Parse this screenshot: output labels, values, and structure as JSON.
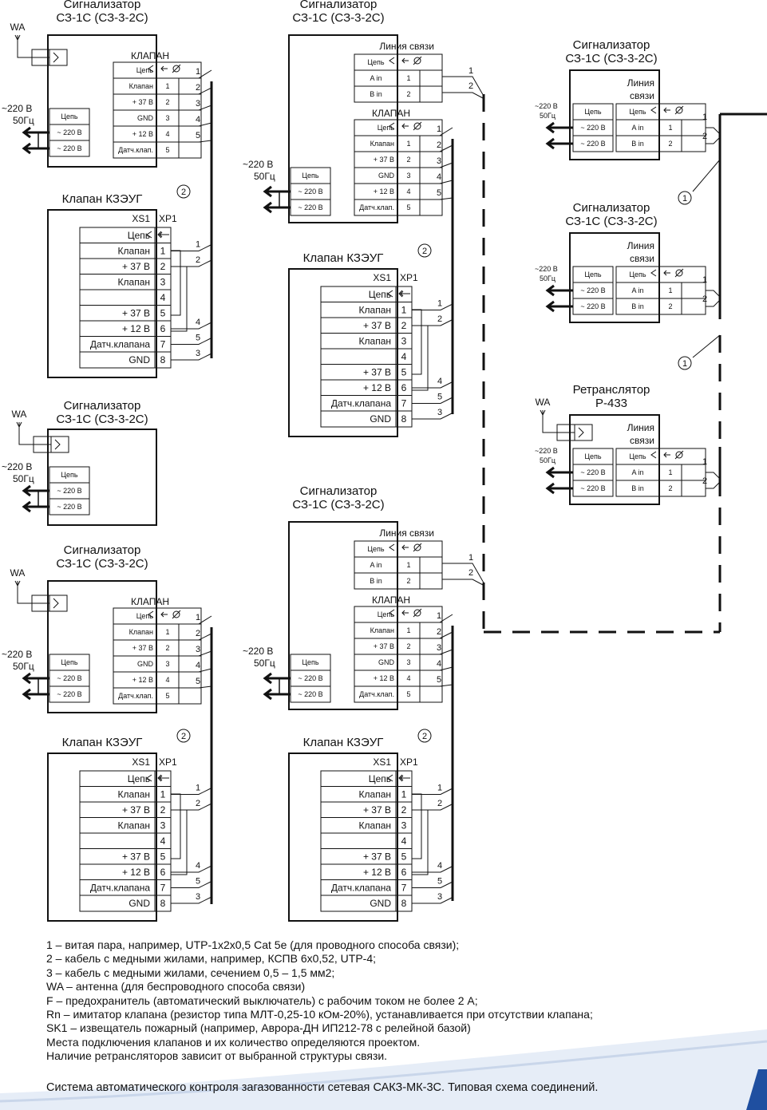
{
  "labels": {
    "sig_title_1": "Сигнализатор",
    "sig_title_2": "СЗ-1С (СЗ-3-2С)",
    "ret_title_1": "Ретранслятор",
    "ret_title_2": "Р-433",
    "valve_title": "Клапан КЗЭУГ",
    "klapan": "КЛАПАН",
    "liniya": "Линия связи",
    "liniya_1": "Линия",
    "liniya_2": "связи",
    "wa": "WA",
    "mains_1": "~220 В",
    "mains_2": "50Гц",
    "xs1": "XS1",
    "xp1": "XP1"
  },
  "signaler_klapan_rows": [
    "Цепь",
    "Клапан",
    "+ 37 В",
    "GND",
    "+ 12 В",
    "Датч.клап."
  ],
  "signaler_klapan_nums": [
    "1",
    "2",
    "3",
    "4",
    "5"
  ],
  "signaler_power_rows": [
    "Цепь",
    "~ 220 В",
    "~ 220 В"
  ],
  "signaler_line_rows": [
    "Цепь",
    "A in",
    "B in"
  ],
  "signaler_line_nums": [
    "1",
    "2"
  ],
  "valve_rows": [
    "Цепь",
    "Клапан",
    "+ 37 В",
    "Клапан",
    "",
    "+ 37 В",
    "+ 12 В",
    "Датч.клапана",
    "GND"
  ],
  "valve_pins": [
    "1",
    "2",
    "3",
    "4",
    "5",
    "6",
    "7",
    "8"
  ],
  "wire_nums": [
    "1",
    "2",
    "3",
    "4",
    "5"
  ],
  "cable_marks": [
    "1",
    "2"
  ],
  "legend": [
    "1 – витая пара, например, UTP-1x2x0,5 Cat 5e  (для проводного способа связи);",
    "2 – кабель с медными жилами, например, КСПВ 6х0,52, UTP-4;",
    "3 – кабель с медными жилами, сечением 0,5 – 1,5 мм2;",
    "WA – антенна (для беспроводного способа связи)",
    "F – предохранитель (автоматический выключатель) с рабочим током не более 2 А;",
    "Rn – имитатор клапана (резистор типа МЛТ-0,25-10 кОм-20%), устанавливается при отсутствии клапана;",
    "SK1 – извещатель пожарный (например, Аврора-ДН ИП212-78 с релейной базой)",
    "Места подключения клапанов и их количество определяются проектом.",
    "Наличие ретрансляторов зависит от выбранной структуры связи."
  ],
  "caption": "Система автоматического контроля загазованности сетевая САКЗ-МК-3С. Типовая схема соединений.",
  "colors": {
    "line": "#111111",
    "wave": "#c9d6ea",
    "logo": "#1f4fa0"
  }
}
